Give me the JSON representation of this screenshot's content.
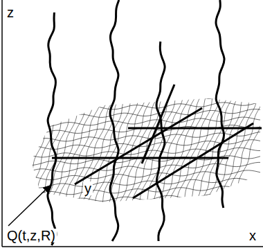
{
  "diagram": {
    "labels": [
      "z",
      "x",
      "y",
      "Q(t,z,R)"
    ]
  }
}
